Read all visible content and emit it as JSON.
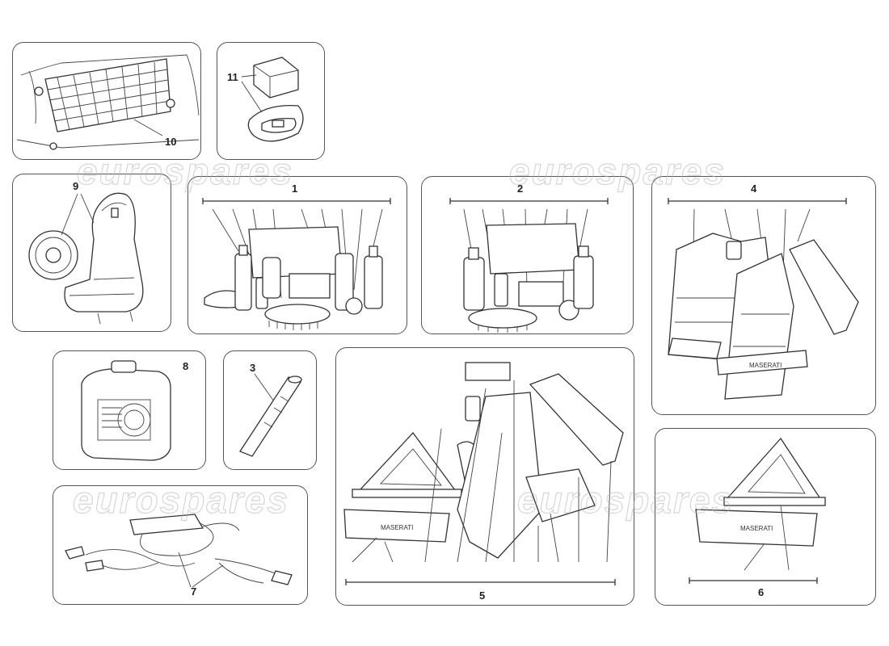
{
  "watermark": "eurospares",
  "callouts": {
    "p1": "1",
    "p2": "2",
    "p3": "3",
    "p4": "4",
    "p5": "5",
    "p6": "6",
    "p7": "7",
    "p8": "8",
    "p9": "9",
    "p10": "10",
    "p11": "11"
  },
  "brand_text": "MASERATI"
}
